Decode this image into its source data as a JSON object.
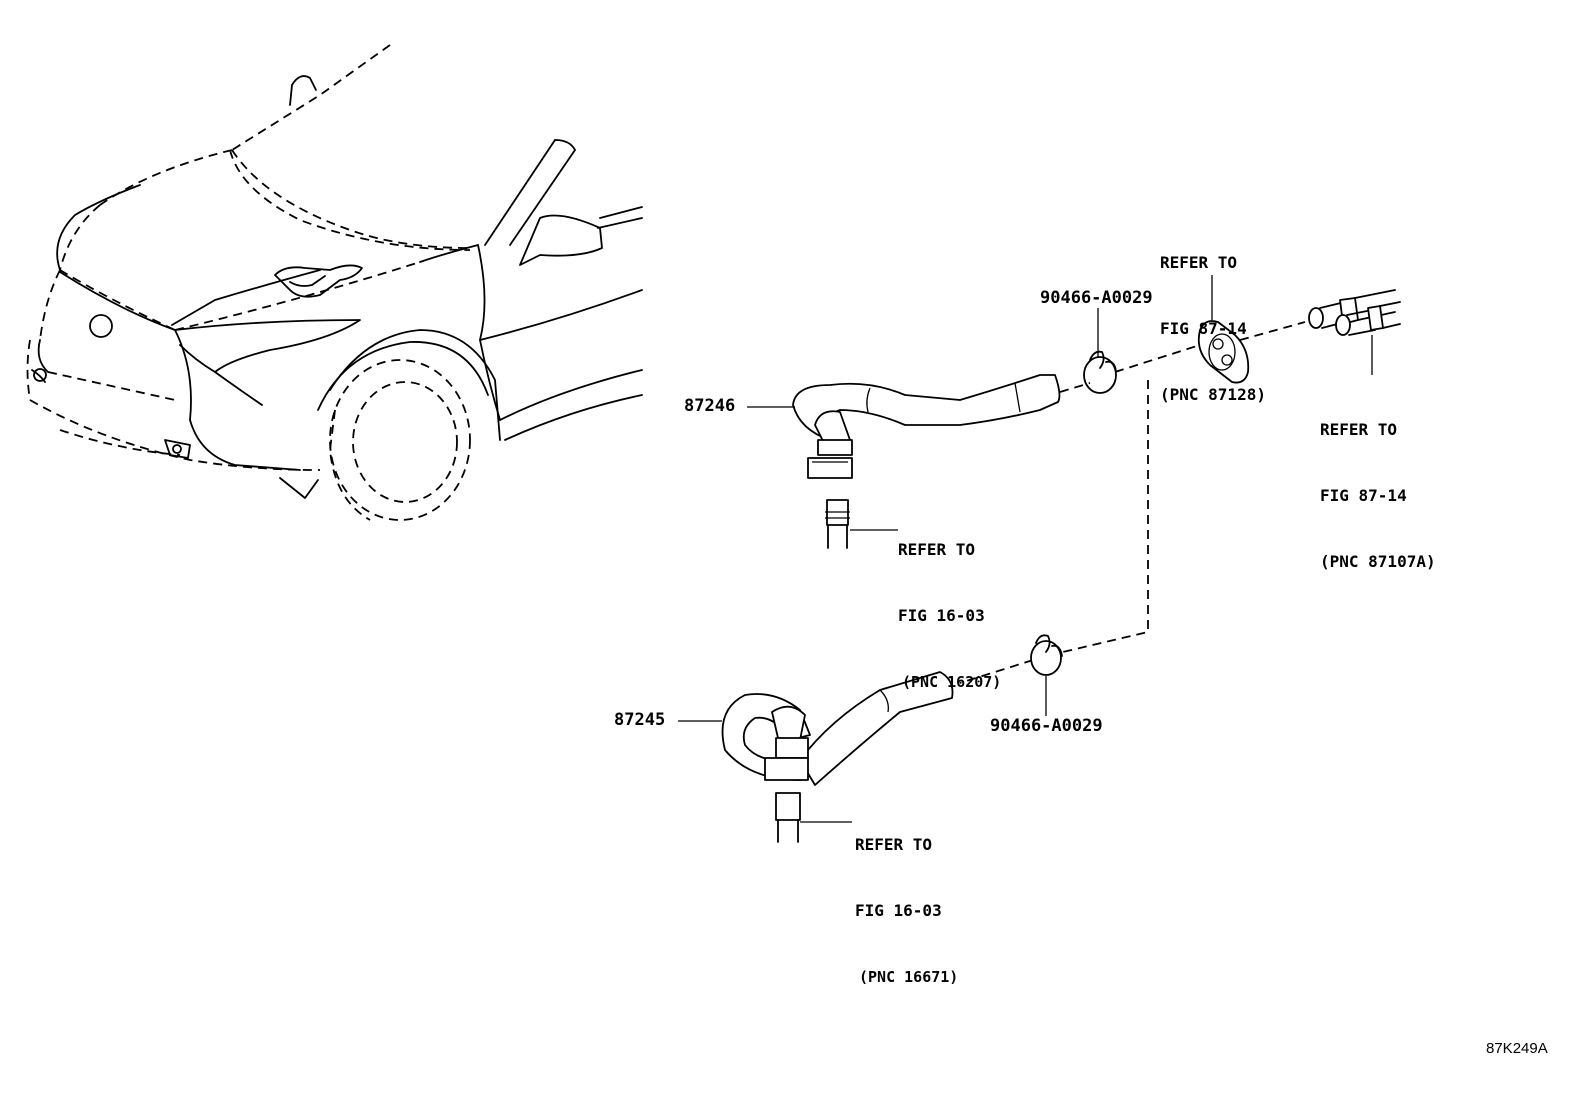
{
  "parts": {
    "hose_upper": {
      "part_number": "87246"
    },
    "hose_lower": {
      "part_number": "87245"
    },
    "clamp_upper": {
      "part_number": "90466-A0029"
    },
    "clamp_lower": {
      "part_number": "90466-A0029"
    }
  },
  "references": {
    "grommet": {
      "line1": "REFER TO",
      "line2": "FIG 87-14",
      "line3": "(PNC 87128)"
    },
    "heater_pipe": {
      "line1": "REFER TO",
      "line2": "FIG 87-14",
      "line3": "(PNC 87107A)"
    },
    "engine_pipe_upper": {
      "line1": "REFER TO",
      "line2": "FIG 16-03",
      "line3": "(PNC 16207)"
    },
    "engine_pipe_lower": {
      "line1": "REFER TO",
      "line2": "FIG 16-03",
      "line3": "(PNC 16671)"
    }
  },
  "illustration_code": "87K249A"
}
